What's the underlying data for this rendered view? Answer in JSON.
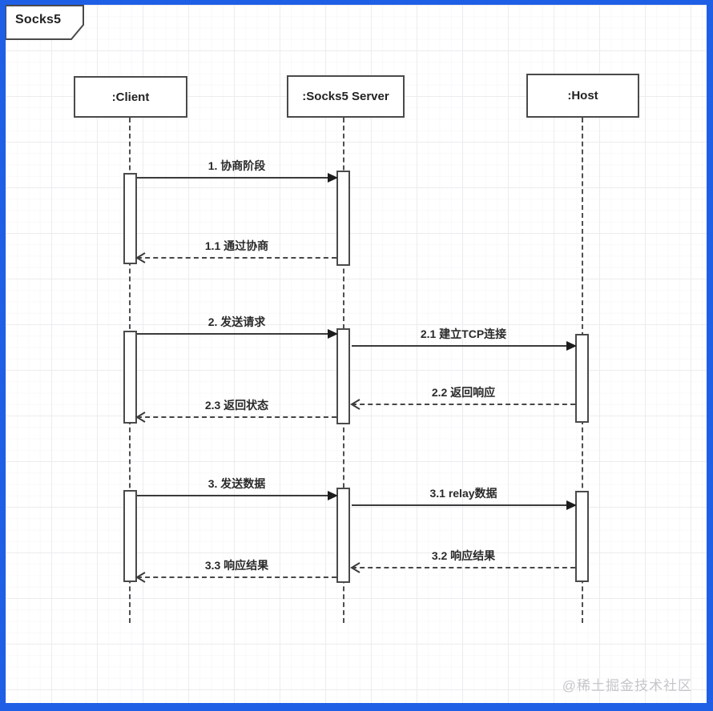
{
  "frame": {
    "title": "Socks5"
  },
  "participants": [
    {
      "id": "client",
      "label": ":Client"
    },
    {
      "id": "socks5-server",
      "label": ":Socks5 Server"
    },
    {
      "id": "host",
      "label": ":Host"
    }
  ],
  "messages": [
    {
      "id": "1",
      "from": "client",
      "to": "socks5-server",
      "kind": "sync",
      "label": "1. 协商阶段"
    },
    {
      "id": "1.1",
      "from": "socks5-server",
      "to": "client",
      "kind": "return",
      "label": "1.1 通过协商"
    },
    {
      "id": "2",
      "from": "client",
      "to": "socks5-server",
      "kind": "sync",
      "label": "2. 发送请求"
    },
    {
      "id": "2.1",
      "from": "socks5-server",
      "to": "host",
      "kind": "sync",
      "label": "2.1 建立TCP连接"
    },
    {
      "id": "2.2",
      "from": "host",
      "to": "socks5-server",
      "kind": "return",
      "label": "2.2 返回响应"
    },
    {
      "id": "2.3",
      "from": "socks5-server",
      "to": "client",
      "kind": "return",
      "label": "2.3 返回状态"
    },
    {
      "id": "3",
      "from": "client",
      "to": "socks5-server",
      "kind": "sync",
      "label": "3. 发送数据"
    },
    {
      "id": "3.1",
      "from": "socks5-server",
      "to": "host",
      "kind": "sync",
      "label": "3.1 relay数据"
    },
    {
      "id": "3.2",
      "from": "host",
      "to": "socks5-server",
      "kind": "return",
      "label": "3.2 响应结果"
    },
    {
      "id": "3.3",
      "from": "socks5-server",
      "to": "client",
      "kind": "return",
      "label": "3.3 响应结果"
    }
  ],
  "watermark": "@稀土掘金技术社区",
  "colors": {
    "frame_border": "#1f5fe6",
    "line": "#3b3b3b",
    "box_border": "#4a4a4a",
    "watermark": "#c6c6ca"
  }
}
